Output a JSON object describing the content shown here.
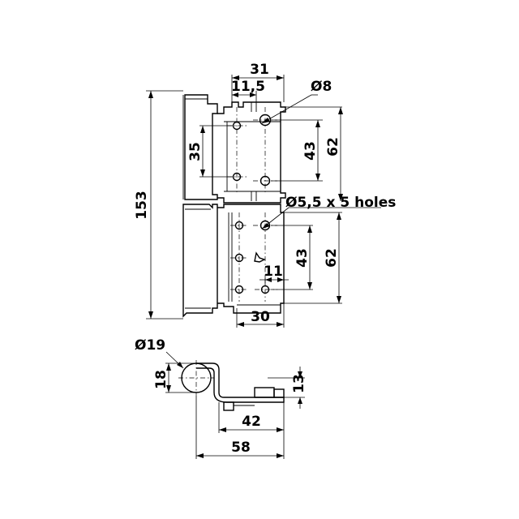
{
  "dimensions": {
    "overall_height": "153",
    "top_width": "31",
    "top_offset": "11,5",
    "pin_diameter": "Ø8",
    "top_hole_spacing": "35",
    "top_hole_vertical": "43",
    "top_plate_height": "62",
    "hole_spec": "Ø5,5 x 5 holes",
    "bottom_hole_vertical": "43",
    "bottom_plate_height": "62",
    "bottom_offset": "11",
    "bottom_width": "30",
    "barrel_diameter": "Ø19",
    "barrel_height": "18",
    "leaf_thickness": "13",
    "leaf_width": "42",
    "total_width": "58"
  }
}
